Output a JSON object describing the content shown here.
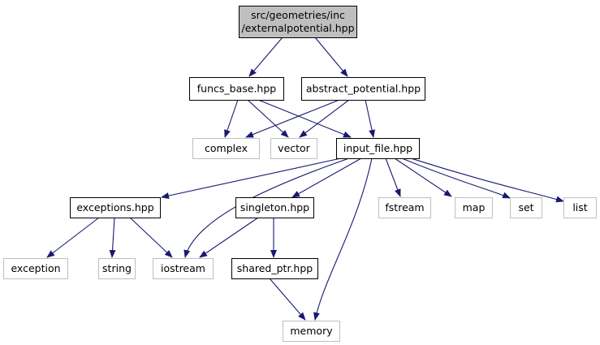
{
  "colors": {
    "edge": "#191970",
    "box_border_main": "#000000",
    "box_border_system": "#bfbfbf",
    "root_fill": "#bfbfbf",
    "box_fill": "#ffffff"
  },
  "nodes": [
    {
      "id": "root",
      "lines": [
        "src/geometries/inc",
        "/externalpotential.hpp"
      ],
      "kind": "root"
    },
    {
      "id": "funcs_base",
      "lines": [
        "funcs_base.hpp"
      ],
      "kind": "main"
    },
    {
      "id": "abstract_potential",
      "lines": [
        "abstract_potential.hpp"
      ],
      "kind": "main"
    },
    {
      "id": "complex",
      "lines": [
        "complex"
      ],
      "kind": "system"
    },
    {
      "id": "vector",
      "lines": [
        "vector"
      ],
      "kind": "system"
    },
    {
      "id": "input_file",
      "lines": [
        "input_file.hpp"
      ],
      "kind": "main"
    },
    {
      "id": "exceptions",
      "lines": [
        "exceptions.hpp"
      ],
      "kind": "main"
    },
    {
      "id": "singleton",
      "lines": [
        "singleton.hpp"
      ],
      "kind": "main"
    },
    {
      "id": "fstream",
      "lines": [
        "fstream"
      ],
      "kind": "system"
    },
    {
      "id": "map",
      "lines": [
        "map"
      ],
      "kind": "system"
    },
    {
      "id": "set",
      "lines": [
        "set"
      ],
      "kind": "system"
    },
    {
      "id": "list",
      "lines": [
        "list"
      ],
      "kind": "system"
    },
    {
      "id": "exception",
      "lines": [
        "exception"
      ],
      "kind": "system"
    },
    {
      "id": "string",
      "lines": [
        "string"
      ],
      "kind": "system"
    },
    {
      "id": "iostream",
      "lines": [
        "iostream"
      ],
      "kind": "system"
    },
    {
      "id": "shared_ptr",
      "lines": [
        "shared_ptr.hpp"
      ],
      "kind": "main"
    },
    {
      "id": "memory",
      "lines": [
        "memory"
      ],
      "kind": "system"
    }
  ],
  "edges": [
    {
      "from": "root",
      "to": "funcs_base"
    },
    {
      "from": "root",
      "to": "abstract_potential"
    },
    {
      "from": "funcs_base",
      "to": "complex"
    },
    {
      "from": "funcs_base",
      "to": "vector"
    },
    {
      "from": "funcs_base",
      "to": "input_file"
    },
    {
      "from": "abstract_potential",
      "to": "complex"
    },
    {
      "from": "abstract_potential",
      "to": "vector"
    },
    {
      "from": "abstract_potential",
      "to": "input_file"
    },
    {
      "from": "input_file",
      "to": "exceptions"
    },
    {
      "from": "input_file",
      "to": "iostream"
    },
    {
      "from": "input_file",
      "to": "singleton"
    },
    {
      "from": "input_file",
      "to": "memory"
    },
    {
      "from": "input_file",
      "to": "fstream"
    },
    {
      "from": "input_file",
      "to": "map"
    },
    {
      "from": "input_file",
      "to": "set"
    },
    {
      "from": "input_file",
      "to": "list"
    },
    {
      "from": "exceptions",
      "to": "exception"
    },
    {
      "from": "exceptions",
      "to": "string"
    },
    {
      "from": "exceptions",
      "to": "iostream"
    },
    {
      "from": "singleton",
      "to": "iostream"
    },
    {
      "from": "singleton",
      "to": "shared_ptr"
    },
    {
      "from": "shared_ptr",
      "to": "memory"
    }
  ]
}
